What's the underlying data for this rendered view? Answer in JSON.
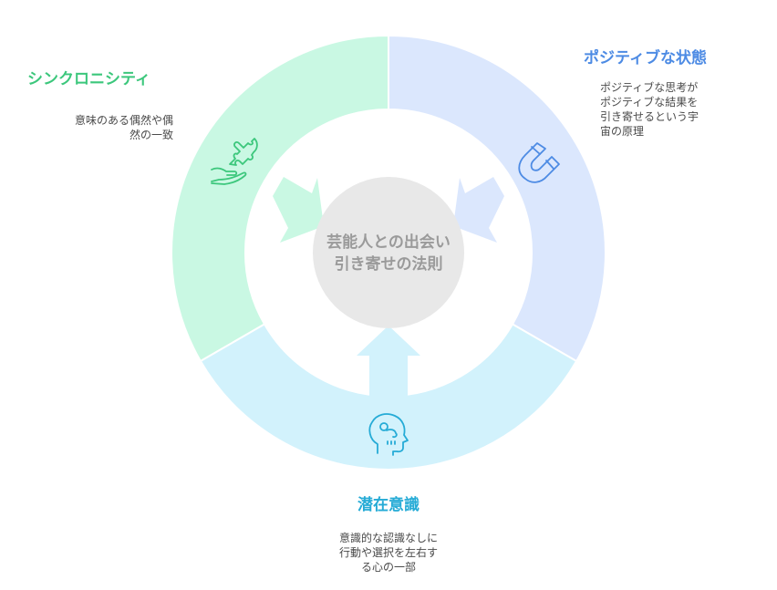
{
  "center": {
    "text": "芸能人との出会い\n引き寄せの法則"
  },
  "segments": [
    {
      "id": "synchronicity",
      "title": "シンクロニシティ",
      "description": "意味のある偶然や偶\n然の一致",
      "icon": "puzzle-hand-icon",
      "fill": "#c9f8e3",
      "accent": "#3cc77c"
    },
    {
      "id": "positive",
      "title": "ポジティブな状態",
      "description": "ポジティブな思考が\nポジティブな結果を\n引き寄せるという宇\n宙の原理",
      "icon": "magnet-icon",
      "fill": "#dbe7fd",
      "accent": "#4d8be4"
    },
    {
      "id": "subconscious",
      "title": "潜在意識",
      "description": "意識的な認識なしに\n行動や選択を左右す\nる心の一部",
      "icon": "head-mind-icon",
      "fill": "#d2f2fc",
      "accent": "#25abd6"
    }
  ],
  "colors": {
    "center_fill": "#e8e8e8",
    "center_text": "#9a9a9a",
    "gap": "#ffffff"
  }
}
